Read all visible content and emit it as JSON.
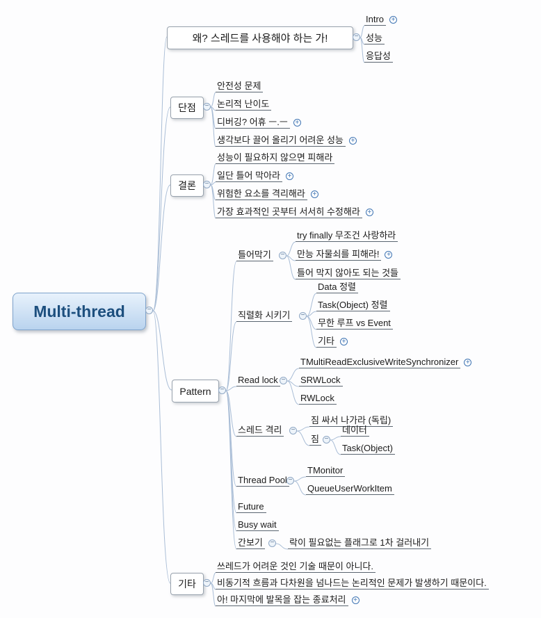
{
  "root": {
    "label": "Multi-thread"
  },
  "icons": {
    "collapse": "−",
    "expand": "+"
  },
  "colors": {
    "root_fill_top": "#e8f2fc",
    "root_fill_bottom": "#b9d3ee",
    "root_text": "#1d4f7e",
    "connector": "#a9bdd6",
    "expand_icon": "#3f74b3",
    "underline": "#5a6570"
  },
  "branches": [
    {
      "label": "왜? 스레드를 사용해야 하는 가!",
      "children": [
        {
          "label": "Intro",
          "collapsed": true
        },
        {
          "label": "성능"
        },
        {
          "label": "응답성"
        }
      ]
    },
    {
      "label": "단점",
      "children": [
        {
          "label": "안전성 문제"
        },
        {
          "label": "논리적 난이도"
        },
        {
          "label": "디버깅?  어휴 ㅡ.ㅡ",
          "collapsed": true
        },
        {
          "label": "생각보다 끌어 올리기 어려운 성능",
          "collapsed": true
        }
      ]
    },
    {
      "label": "결론",
      "children": [
        {
          "label": "성능이 필요하지 않으면 피해라"
        },
        {
          "label": "일단 틀어 막아라",
          "collapsed": true
        },
        {
          "label": "위험한 요소를 격리해라",
          "collapsed": true
        },
        {
          "label": "가장 효과적인 곳부터 서서히 수정해라",
          "collapsed": true
        }
      ]
    },
    {
      "label": "Pattern",
      "children": [
        {
          "label": "틀어막기",
          "children": [
            {
              "label": "try finally 무조건 사랑하라"
            },
            {
              "label": "만능 자물쇠를 피해라!",
              "collapsed": true
            },
            {
              "label": "틀어 막지 않아도 되는 것들"
            }
          ]
        },
        {
          "label": "직렬화 시키기",
          "children": [
            {
              "label": "Data 정렬"
            },
            {
              "label": "Task(Object) 정렬"
            },
            {
              "label": "무한 루프 vs Event"
            },
            {
              "label": "기타",
              "collapsed": true
            }
          ]
        },
        {
          "label": "Read lock",
          "children": [
            {
              "label": "TMultiReadExclusiveWriteSynchronizer",
              "collapsed": true
            },
            {
              "label": "SRWLock"
            },
            {
              "label": "RWLock"
            }
          ]
        },
        {
          "label": "스레드 격리",
          "children": [
            {
              "label": "짐 싸서 나가라 (독립)"
            },
            {
              "label": "짐",
              "children": [
                {
                  "label": "데이터"
                },
                {
                  "label": "Task(Object)"
                }
              ]
            }
          ]
        },
        {
          "label": "Thread Pool",
          "children": [
            {
              "label": "TMonitor"
            },
            {
              "label": "QueueUserWorkItem"
            }
          ]
        },
        {
          "label": "Future"
        },
        {
          "label": "Busy wait"
        },
        {
          "label": "간보기",
          "children": [
            {
              "label": "락이 필요없는 플래그로 1차 걸러내기"
            }
          ]
        }
      ]
    },
    {
      "label": "기타",
      "children": [
        {
          "label": "쓰레드가 어려운 것인 기술 때문이 아니다."
        },
        {
          "label": "비동기적 흐름과 다차원을 넘나드는 논리적인 문제가 발생하기 때문이다."
        },
        {
          "label": "아!  마지막에 발목을 잡는 종료처리",
          "collapsed": true
        }
      ]
    }
  ]
}
